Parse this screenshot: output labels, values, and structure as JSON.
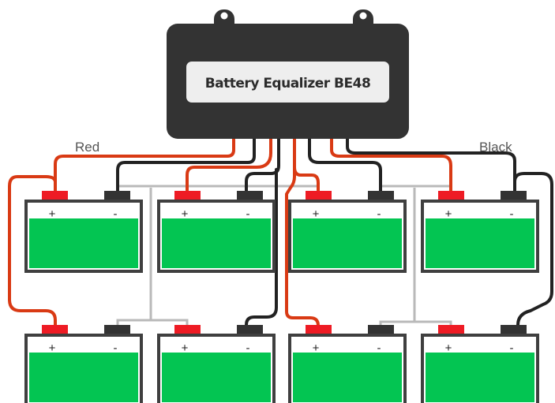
{
  "device": {
    "label": "Battery Equalizer BE48"
  },
  "wire_labels": {
    "red": "Red",
    "black": "Black"
  },
  "battery": {
    "plus_sign": "+",
    "minus_sign": "-"
  },
  "colors": {
    "device_body": "#333333",
    "red_wire": "#d93a14",
    "black_wire": "#222222",
    "gray_link": "#b9b9b9",
    "battery_fill": "#03c552",
    "battery_outline": "#3f3f3f",
    "positive_terminal": "#ee1b24",
    "negative_terminal": "#333333"
  }
}
